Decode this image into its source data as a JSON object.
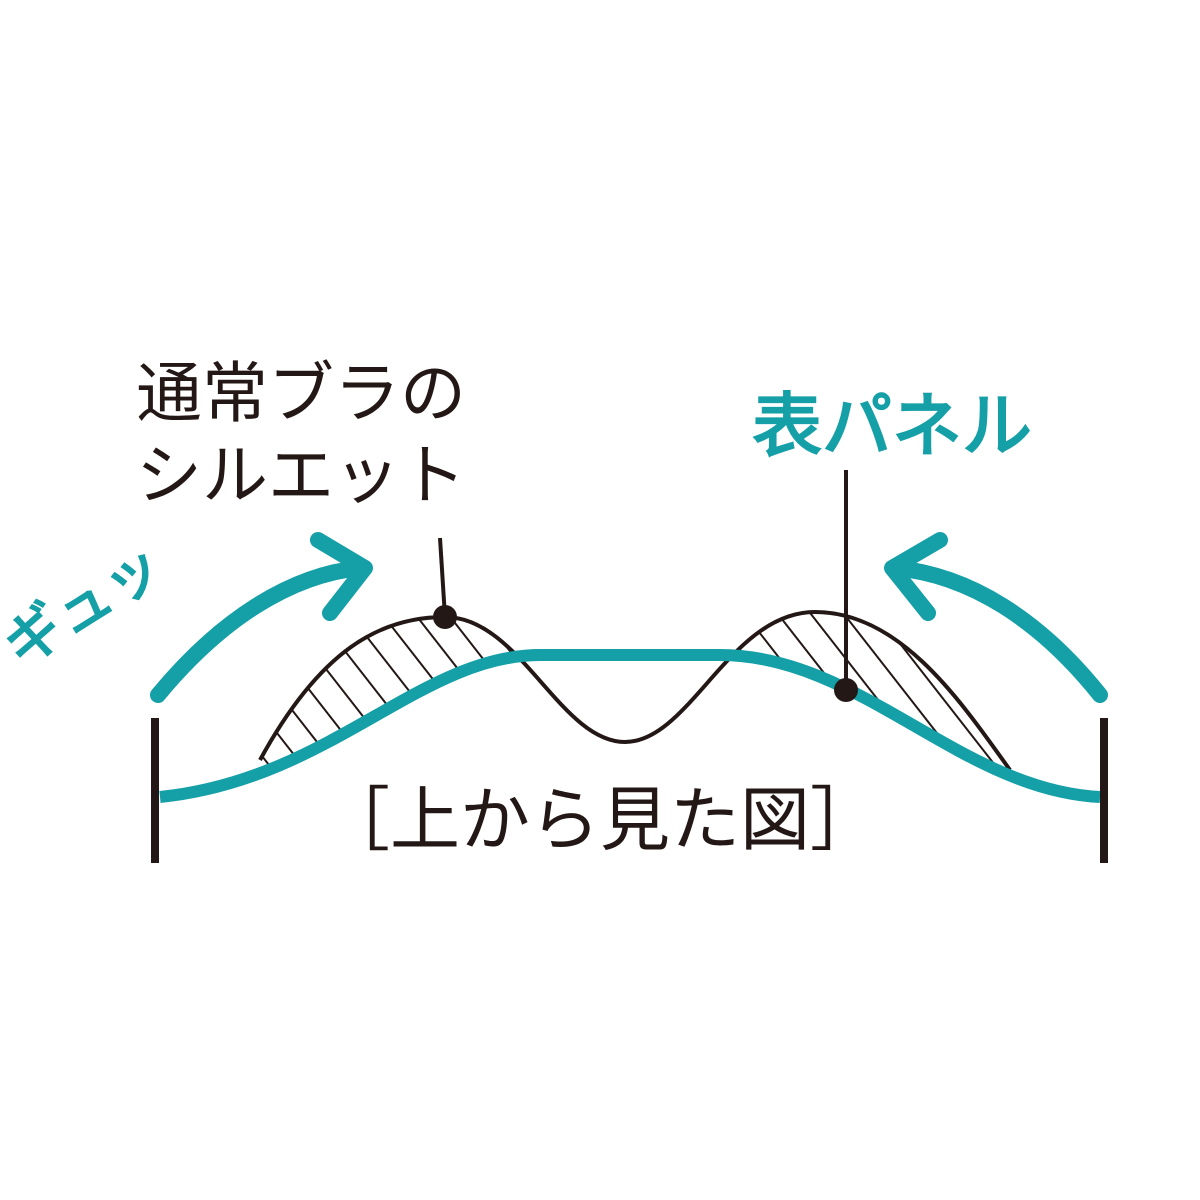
{
  "labels": {
    "normal_bra": [
      "通常ブラの",
      "シルエット"
    ],
    "front_panel": "表パネル",
    "squeeze": "ギュッ",
    "caption": "［上から見た図］"
  },
  "colors": {
    "teal": "#14a0a6",
    "black": "#231815"
  }
}
